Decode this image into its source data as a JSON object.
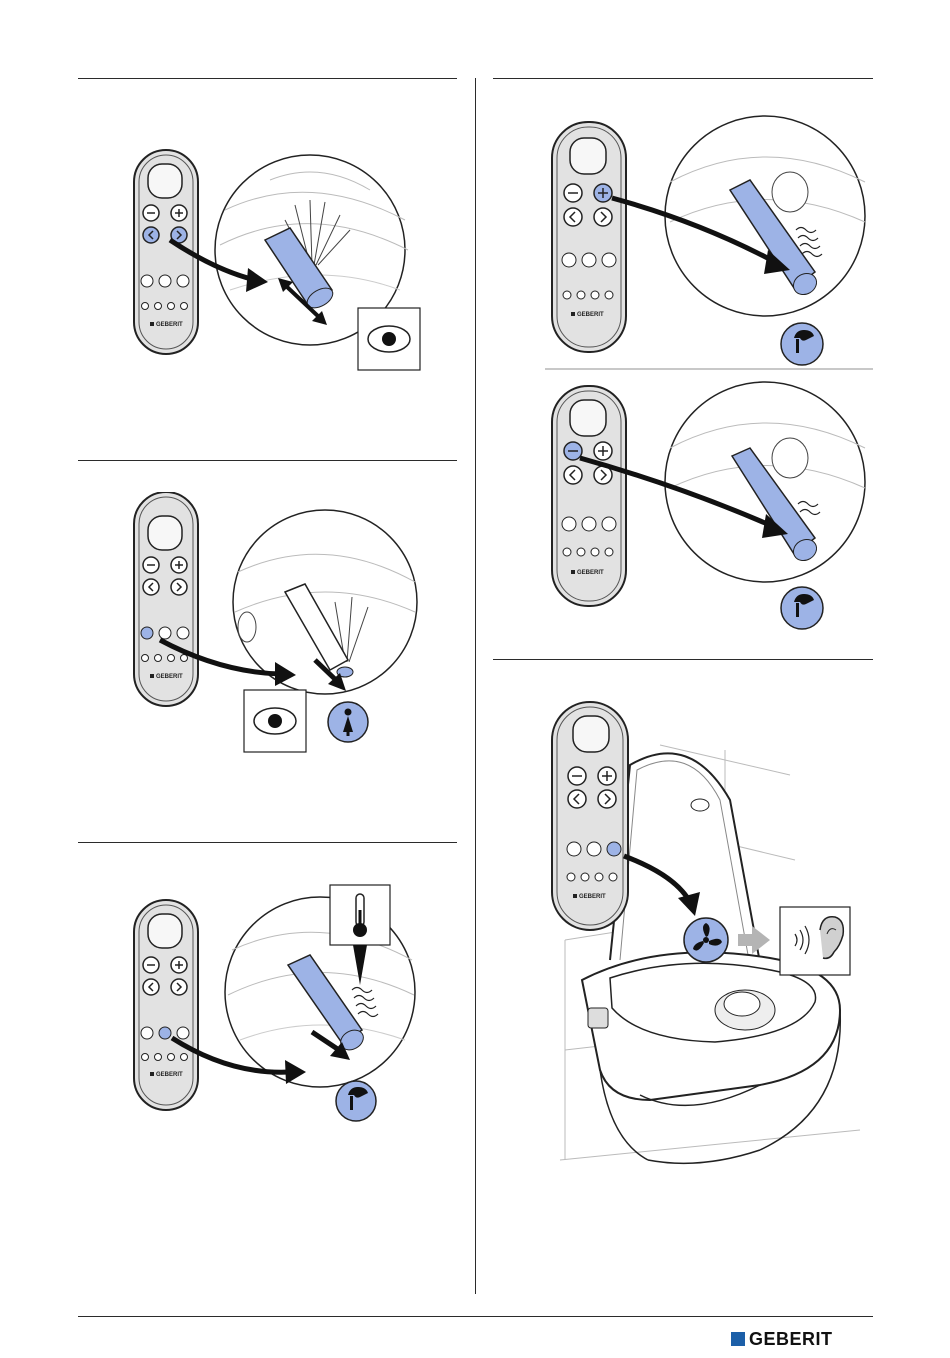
{
  "brand": {
    "name": "GEBERIT",
    "color": "#1c5fa8"
  },
  "remote": {
    "brand_label": "GEBERIT"
  },
  "colors": {
    "highlight": "#9db3e6",
    "outline": "#222222",
    "remote_body": "#e2e2e2"
  },
  "panels": [
    {
      "id": "wand-position",
      "highlighted_buttons": [
        "left-arrow",
        "right-arrow"
      ],
      "badge_icon": "eye-icon"
    },
    {
      "id": "lady-shower",
      "highlighted_buttons": [
        "lady-shower"
      ],
      "badge_icons": [
        "eye-icon",
        "lady-shower-icon"
      ]
    },
    {
      "id": "warm-air-dryer",
      "highlighted_buttons": [
        "dryer"
      ],
      "badge_icons": [
        "thermometer-icon",
        "dryer-icon"
      ]
    },
    {
      "id": "dryer-increase",
      "highlighted_buttons": [
        "plus"
      ],
      "badge_icon": "dryer-icon"
    },
    {
      "id": "dryer-decrease",
      "highlighted_buttons": [
        "minus"
      ],
      "badge_icon": "dryer-icon"
    },
    {
      "id": "odour-extraction",
      "highlighted_buttons": [
        "fan"
      ],
      "badge_icons": [
        "fan-icon",
        "ear-icon"
      ]
    }
  ]
}
